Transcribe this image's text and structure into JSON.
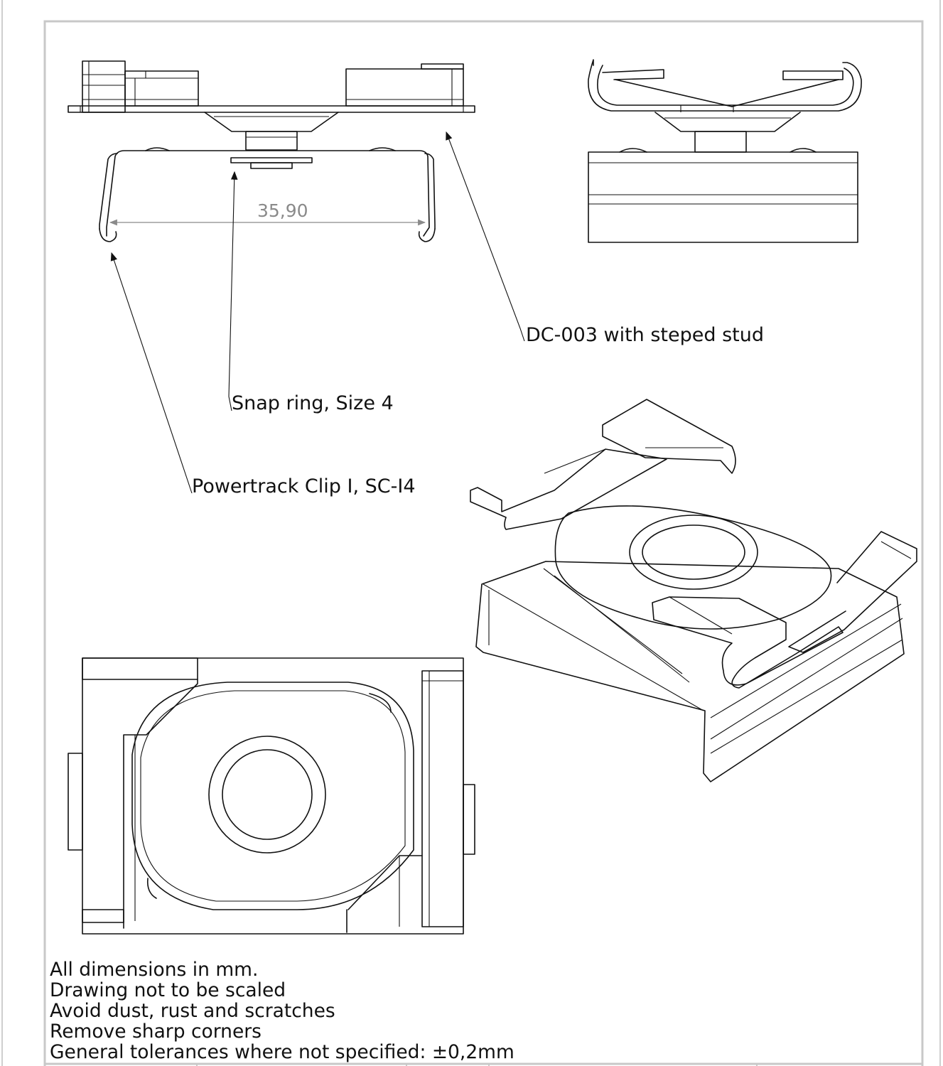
{
  "dimension": {
    "width_value": "35,90"
  },
  "callouts": {
    "stud": "DC-003 with steped stud",
    "snap_ring": "Snap ring, Size 4",
    "clip": "Powertrack Clip I, SC-I4"
  },
  "notes": [
    "All dimensions in mm.",
    "Drawing not to be scaled",
    "Avoid dust, rust and scratches",
    "Remove sharp corners",
    "General tolerances where not specified: ±0,2mm"
  ],
  "colors": {
    "line": "#111111",
    "frame": "#cccccc",
    "dimension": "#8a8a8a"
  }
}
